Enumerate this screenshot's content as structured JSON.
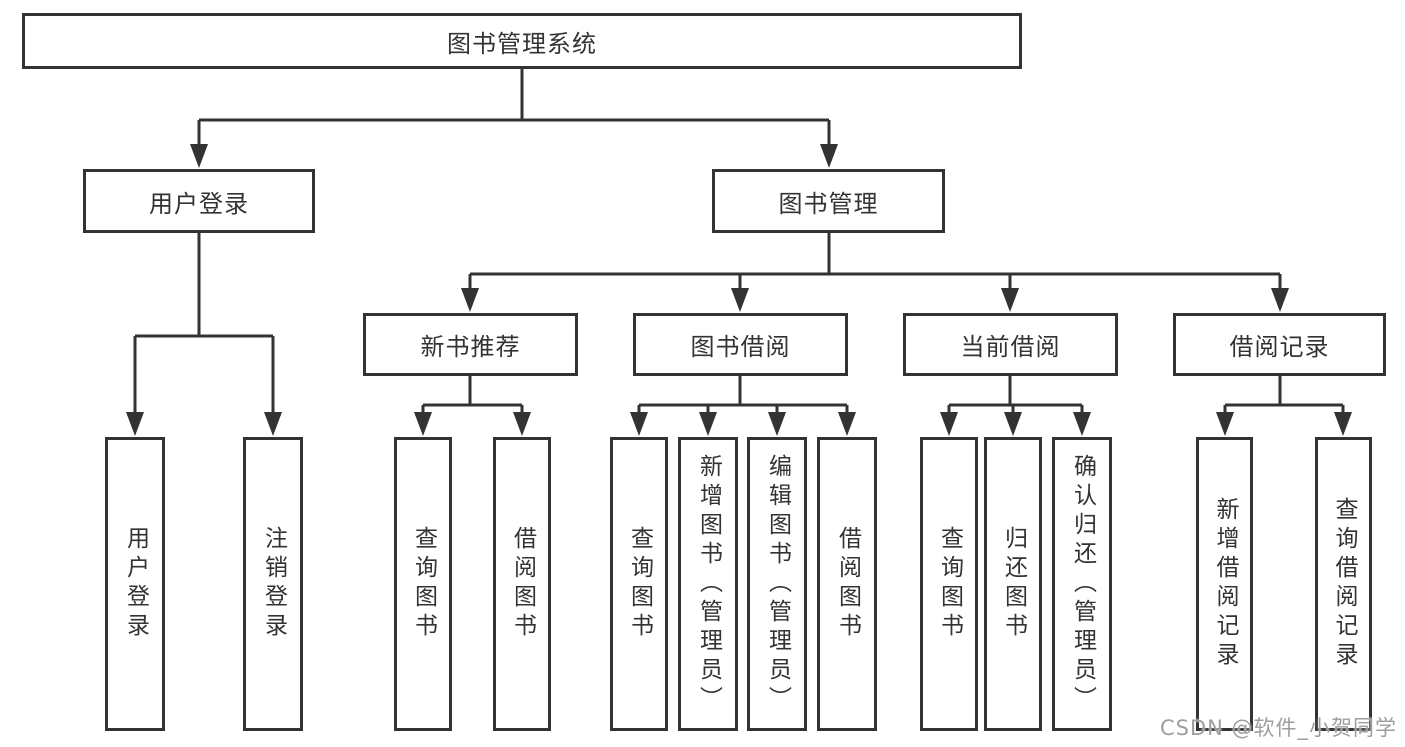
{
  "diagram": {
    "root": {
      "label": "图书管理系统"
    },
    "level2": [
      {
        "label": "用户登录"
      },
      {
        "label": "图书管理"
      }
    ],
    "level3": [
      {
        "label": "新书推荐"
      },
      {
        "label": "图书借阅"
      },
      {
        "label": "当前借阅"
      },
      {
        "label": "借阅记录"
      }
    ],
    "leaves": {
      "user_login": [
        {
          "label": "用户登录"
        },
        {
          "label": "注销登录"
        }
      ],
      "new_book_recommend": [
        {
          "label": "查询图书"
        },
        {
          "label": "借阅图书"
        }
      ],
      "book_borrow": [
        {
          "label": "查询图书"
        },
        {
          "label": "新增图书（管理员）"
        },
        {
          "label": "编辑图书（管理员）"
        },
        {
          "label": "借阅图书"
        }
      ],
      "current_borrow": [
        {
          "label": "查询图书"
        },
        {
          "label": "归还图书"
        },
        {
          "label": "确认归还（管理员）"
        }
      ],
      "borrow_records": [
        {
          "label": "新增借阅记录"
        },
        {
          "label": "查询借阅记录"
        }
      ]
    }
  },
  "watermark": {
    "text": "CSDN @软件_小贺同学"
  },
  "colors": {
    "line": "#333333",
    "text": "#333333",
    "watermark": "#9e9e9e",
    "background": "#ffffff"
  }
}
